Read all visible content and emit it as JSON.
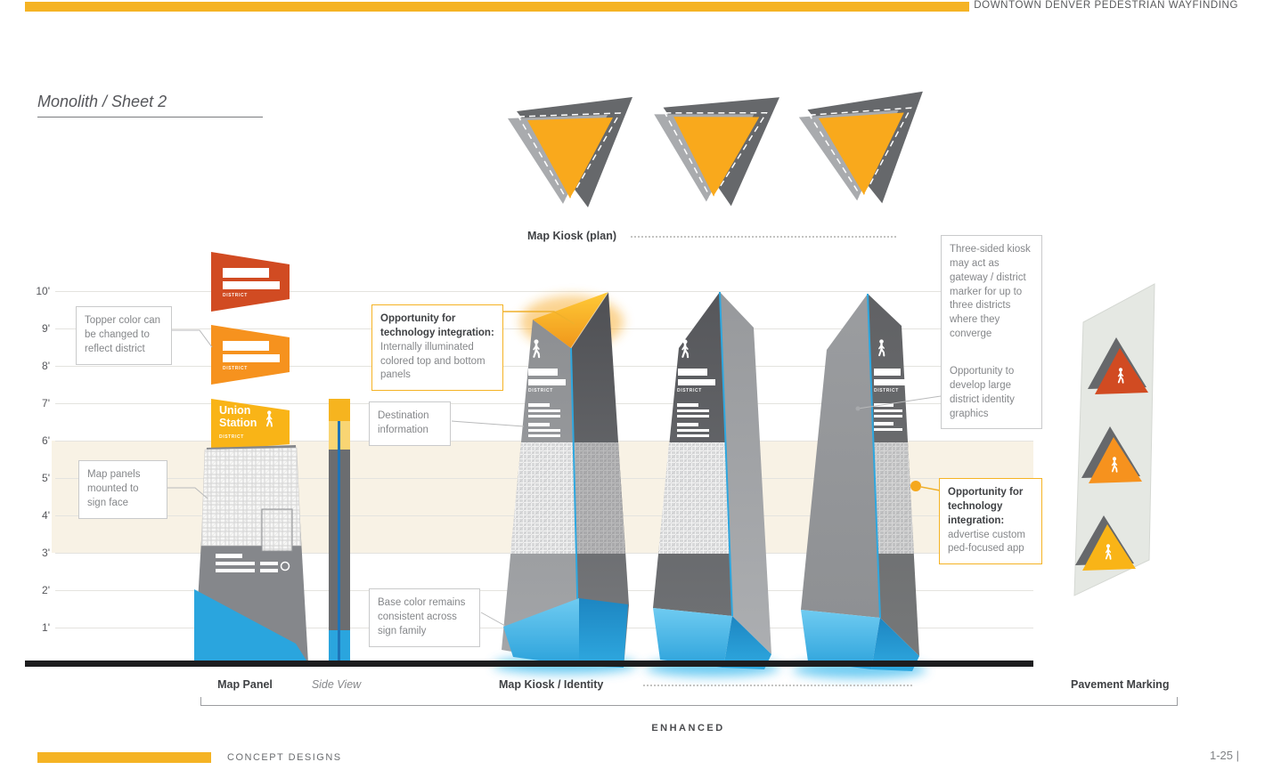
{
  "header": {
    "title": "DOWNTOWN DENVER PEDESTRIAN WAYFINDING"
  },
  "sheet_title": "Monolith / Sheet 2",
  "scale_labels": [
    "10'",
    "9'",
    "8'",
    "7'",
    "6'",
    "5'",
    "4'",
    "3'",
    "2'",
    "1'"
  ],
  "plan_label": "Map Kiosk (plan)",
  "signage": {
    "district": "DISTRICT",
    "union_station": "Union Station"
  },
  "callouts": {
    "topper": "Topper color can be changed to reflect district",
    "map_panels": "Map panels mounted to sign face",
    "tech_top_bold": "Opportunity for technology integration:",
    "tech_top_rest": "Internally illuminated colored top and bottom panels",
    "destination": "Destination information",
    "base_color": "Base color remains consistent across sign family",
    "three_sided_p1": "Three-sided kiosk may act as gateway / district marker for up to three districts where they converge",
    "three_sided_p2": "Opportunity to develop large district identity graphics",
    "tech_app_bold": "Opportunity for technology integration:",
    "tech_app_rest": "advertise custom ped-focused app"
  },
  "section_labels": {
    "map_panel": "Map Panel",
    "side_view": "Side View",
    "map_kiosk": "Map Kiosk / Identity",
    "pavement_marking": "Pavement Marking",
    "enhanced": "ENHANCED"
  },
  "footer": {
    "section": "CONCEPT DESIGNS",
    "page": "1-25 |"
  },
  "colors": {
    "yellow": "#F5B324",
    "orange": "#F6921E",
    "red": "#D14B22",
    "blue": "#29ABE2"
  }
}
